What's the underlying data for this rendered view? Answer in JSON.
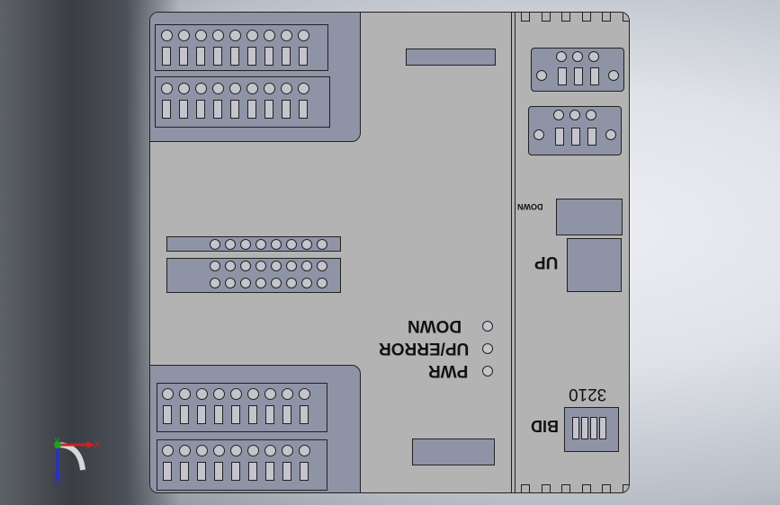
{
  "labels": {
    "pwr": "PWR",
    "up_error": "UP/ERROR",
    "down": "DOWN",
    "down_small": "DOWN",
    "up": "UP",
    "bid": "BID",
    "bid_digits": "3210"
  },
  "axes": {
    "x": "X",
    "y": "Y",
    "z": "Z"
  },
  "colors": {
    "body": "#b3b3b3",
    "connector": "#8f93a6",
    "hole": "#c4c5cc",
    "axis_x": "#d02020",
    "axis_y": "#20a020",
    "axis_z": "#2030d0"
  }
}
